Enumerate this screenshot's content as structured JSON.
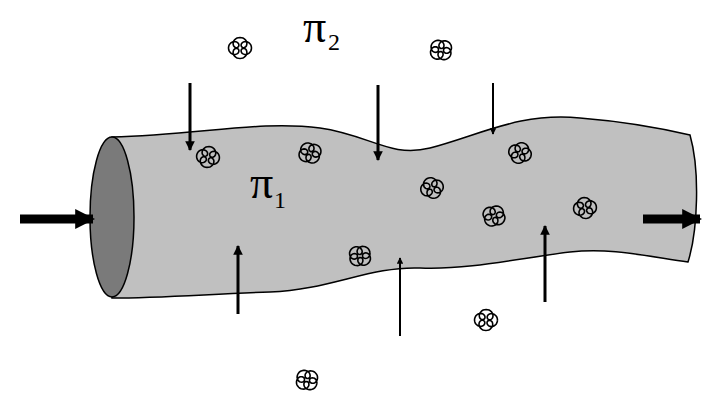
{
  "diagram": {
    "labels": [
      "π",
      "2",
      "π",
      "1"
    ]
  }
}
